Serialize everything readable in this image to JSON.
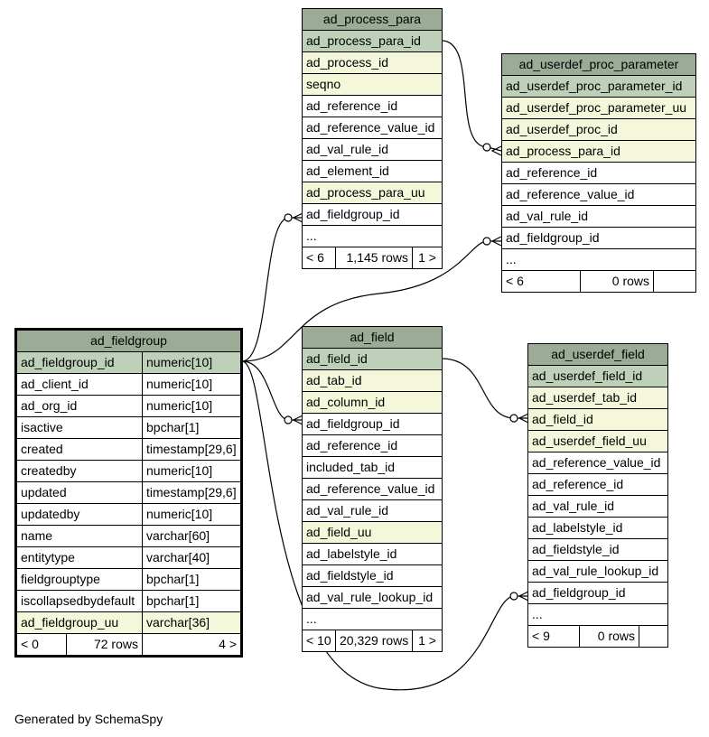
{
  "tables": {
    "ad_process_para": {
      "title": "ad_process_para",
      "rows": [
        {
          "name": "ad_process_para_id",
          "kind": "pk"
        },
        {
          "name": "ad_process_id",
          "kind": "fk"
        },
        {
          "name": "seqno",
          "kind": "fk"
        },
        {
          "name": "ad_reference_id",
          "kind": ""
        },
        {
          "name": "ad_reference_value_id",
          "kind": ""
        },
        {
          "name": "ad_val_rule_id",
          "kind": ""
        },
        {
          "name": "ad_element_id",
          "kind": ""
        },
        {
          "name": "ad_process_para_uu",
          "kind": "fk"
        },
        {
          "name": "ad_fieldgroup_id",
          "kind": ""
        },
        {
          "name": "...",
          "kind": ""
        }
      ],
      "footer": {
        "parents": "< 6",
        "rows": "1,145 rows",
        "children": "1 >"
      }
    },
    "ad_userdef_proc_parameter": {
      "title": "ad_userdef_proc_parameter",
      "rows": [
        {
          "name": "ad_userdef_proc_parameter_id",
          "kind": "pk"
        },
        {
          "name": "ad_userdef_proc_parameter_uu",
          "kind": "fk"
        },
        {
          "name": "ad_userdef_proc_id",
          "kind": "fk"
        },
        {
          "name": "ad_process_para_id",
          "kind": "fk"
        },
        {
          "name": "ad_reference_id",
          "kind": ""
        },
        {
          "name": "ad_reference_value_id",
          "kind": ""
        },
        {
          "name": "ad_val_rule_id",
          "kind": ""
        },
        {
          "name": "ad_fieldgroup_id",
          "kind": ""
        },
        {
          "name": "...",
          "kind": ""
        }
      ],
      "footer": {
        "parents": "< 6",
        "rows": "0 rows",
        "children": ""
      }
    },
    "ad_fieldgroup": {
      "title": "ad_fieldgroup",
      "rows": [
        {
          "name": "ad_fieldgroup_id",
          "type": "numeric[10]",
          "kind": "pk"
        },
        {
          "name": "ad_client_id",
          "type": "numeric[10]",
          "kind": ""
        },
        {
          "name": "ad_org_id",
          "type": "numeric[10]",
          "kind": ""
        },
        {
          "name": "isactive",
          "type": "bpchar[1]",
          "kind": ""
        },
        {
          "name": "created",
          "type": "timestamp[29,6]",
          "kind": ""
        },
        {
          "name": "createdby",
          "type": "numeric[10]",
          "kind": ""
        },
        {
          "name": "updated",
          "type": "timestamp[29,6]",
          "kind": ""
        },
        {
          "name": "updatedby",
          "type": "numeric[10]",
          "kind": ""
        },
        {
          "name": "name",
          "type": "varchar[60]",
          "kind": ""
        },
        {
          "name": "entitytype",
          "type": "varchar[40]",
          "kind": ""
        },
        {
          "name": "fieldgrouptype",
          "type": "bpchar[1]",
          "kind": ""
        },
        {
          "name": "iscollapsedbydefault",
          "type": "bpchar[1]",
          "kind": ""
        },
        {
          "name": "ad_fieldgroup_uu",
          "type": "varchar[36]",
          "kind": "fk"
        }
      ],
      "footer": {
        "parents": "< 0",
        "rows": "72 rows",
        "children": "4 >"
      }
    },
    "ad_field": {
      "title": "ad_field",
      "rows": [
        {
          "name": "ad_field_id",
          "kind": "pk"
        },
        {
          "name": "ad_tab_id",
          "kind": "fk"
        },
        {
          "name": "ad_column_id",
          "kind": "fk"
        },
        {
          "name": "ad_fieldgroup_id",
          "kind": ""
        },
        {
          "name": "ad_reference_id",
          "kind": ""
        },
        {
          "name": "included_tab_id",
          "kind": ""
        },
        {
          "name": "ad_reference_value_id",
          "kind": ""
        },
        {
          "name": "ad_val_rule_id",
          "kind": ""
        },
        {
          "name": "ad_field_uu",
          "kind": "fk"
        },
        {
          "name": "ad_labelstyle_id",
          "kind": ""
        },
        {
          "name": "ad_fieldstyle_id",
          "kind": ""
        },
        {
          "name": "ad_val_rule_lookup_id",
          "kind": ""
        },
        {
          "name": "...",
          "kind": ""
        }
      ],
      "footer": {
        "parents": "< 10",
        "rows": "20,329 rows",
        "children": "1 >"
      }
    },
    "ad_userdef_field": {
      "title": "ad_userdef_field",
      "rows": [
        {
          "name": "ad_userdef_field_id",
          "kind": "pk"
        },
        {
          "name": "ad_userdef_tab_id",
          "kind": "fk"
        },
        {
          "name": "ad_field_id",
          "kind": "fk"
        },
        {
          "name": "ad_userdef_field_uu",
          "kind": "fk"
        },
        {
          "name": "ad_reference_value_id",
          "kind": ""
        },
        {
          "name": "ad_reference_id",
          "kind": ""
        },
        {
          "name": "ad_val_rule_id",
          "kind": ""
        },
        {
          "name": "ad_labelstyle_id",
          "kind": ""
        },
        {
          "name": "ad_fieldstyle_id",
          "kind": ""
        },
        {
          "name": "ad_val_rule_lookup_id",
          "kind": ""
        },
        {
          "name": "ad_fieldgroup_id",
          "kind": ""
        },
        {
          "name": "...",
          "kind": ""
        }
      ],
      "footer": {
        "parents": "< 9",
        "rows": "0 rows",
        "children": ""
      }
    }
  },
  "colors": {
    "title_bg": "#9bab96",
    "pk_bg": "#bed1b8",
    "fk_bg": "#f4f7da",
    "border": "#000000"
  },
  "credit": "Generated by SchemaSpy"
}
